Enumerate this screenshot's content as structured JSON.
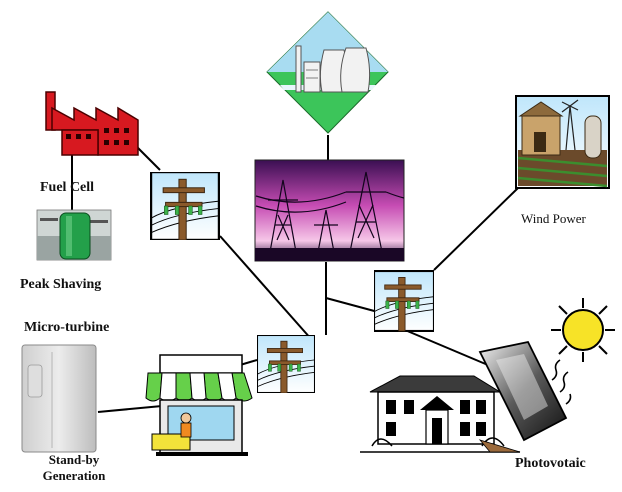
{
  "labels": {
    "fuel_cell": "Fuel Cell",
    "peak_shaving": "Peak Shaving",
    "micro_turbine": "Micro-turbine",
    "standby_line1": "Stand-by",
    "standby_line2": "Generation",
    "wind_power": "Wind Power",
    "photovoltaic": "Photovotaic"
  },
  "icons": {
    "power_plant": "power-plant-icon",
    "factory": "factory-icon",
    "fuel_cell_unit": "fuel-cell-unit-icon",
    "transmission_towers": "transmission-towers-icon",
    "utility_pole": "utility-pole-icon",
    "farm": "farm-windmill-icon",
    "micro_turbine_unit": "micro-turbine-unit-icon",
    "store": "storefront-icon",
    "house": "house-icon",
    "solar_panel": "solar-panel-icon",
    "sun": "sun-icon"
  },
  "colors": {
    "sky": "#bfe3f5",
    "grass": "#2fb84a",
    "factory": "#d71920",
    "tank": "#23a04a",
    "line": "#000000"
  }
}
